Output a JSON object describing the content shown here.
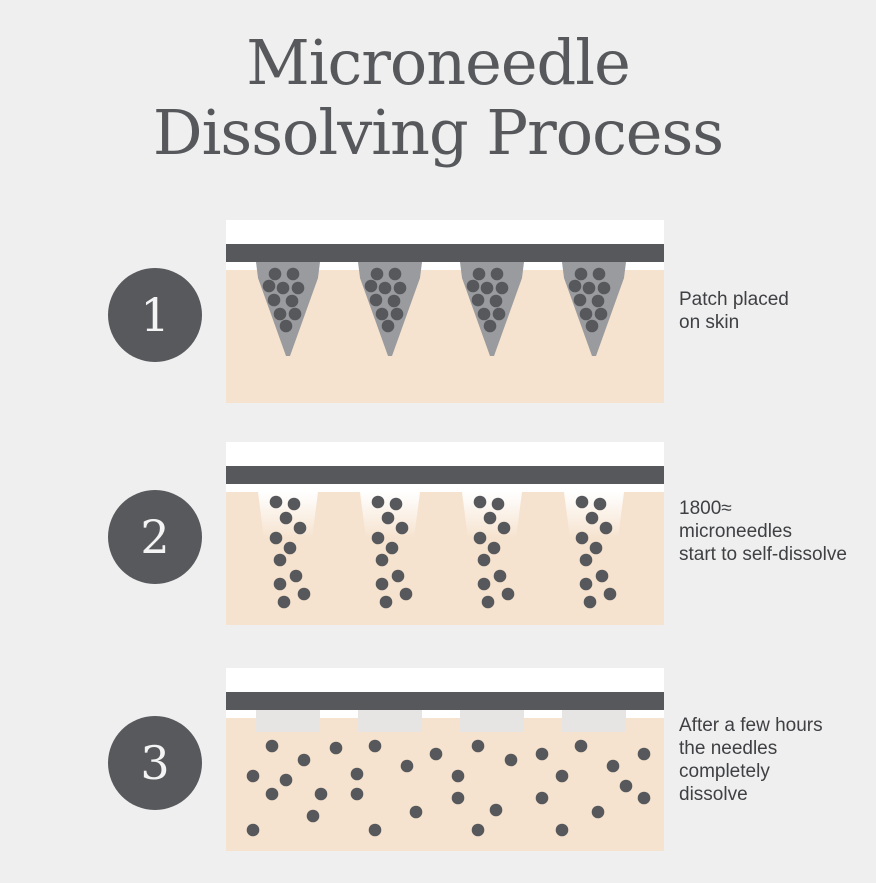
{
  "title": {
    "line1": "Microneedle",
    "line2": "Dissolving Process"
  },
  "colors": {
    "background": "#efefef",
    "skin": "#f6e3cf",
    "patch_backing": "#56585b",
    "needle": "#9a9b9e",
    "particle": "#56585b",
    "badge": "#57595c"
  },
  "steps": [
    {
      "number": "1",
      "stage": "intact",
      "caption": [
        "Patch placed",
        "on skin"
      ]
    },
    {
      "number": "2",
      "stage": "dissolving",
      "caption": [
        "1800≈",
        "microneedles",
        "start to self-dissolve"
      ]
    },
    {
      "number": "3",
      "stage": "dissolved",
      "caption": [
        "After a few hours",
        "the needles",
        "completely",
        "dissolve"
      ]
    }
  ]
}
